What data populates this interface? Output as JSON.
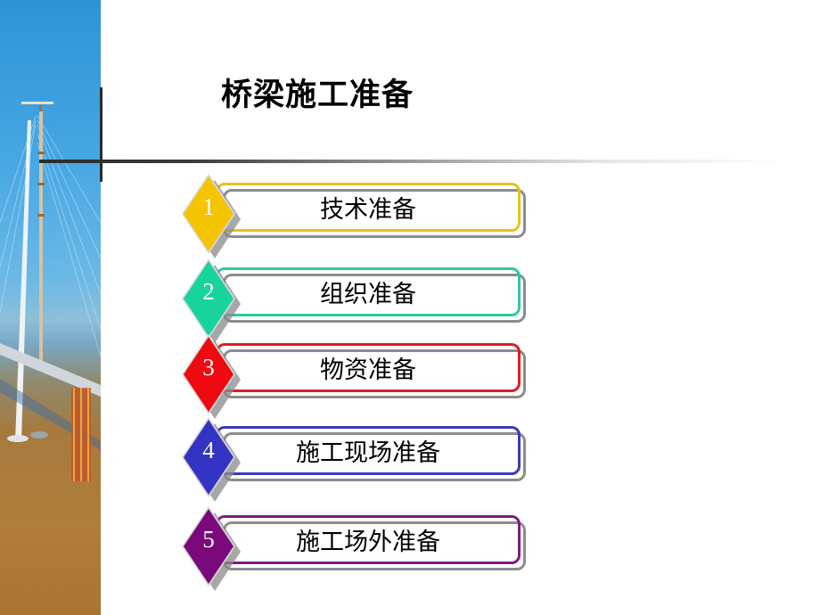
{
  "slide": {
    "title": "桥梁施工准备",
    "photo_description": "cable-stayed-bridge-photo"
  },
  "items": [
    {
      "number": "1",
      "label": "技术准备",
      "color": "#f5c400",
      "box_color": "#e8c21a"
    },
    {
      "number": "2",
      "label": "组织准备",
      "color": "#19d39c",
      "box_color": "#2ec9a0"
    },
    {
      "number": "3",
      "label": "物资准备",
      "color": "#ee0a10",
      "box_color": "#e01b24"
    },
    {
      "number": "4",
      "label": "施工现场准备",
      "color": "#3434c4",
      "box_color": "#3b3bb8"
    },
    {
      "number": "5",
      "label": "施工场外准备",
      "color": "#7a0a7c",
      "box_color": "#7e1a80"
    }
  ]
}
